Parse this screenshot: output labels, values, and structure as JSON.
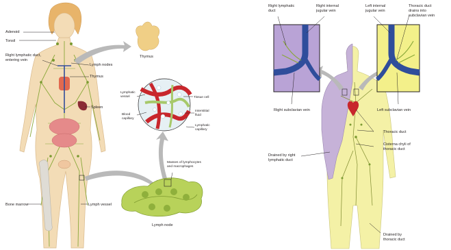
{
  "left_panel": {
    "labels": {
      "adenoid": "Adenoid",
      "tonsil": "Tonsil",
      "right_lymphatic_duct_line1": "Right lymphatic duct,",
      "right_lymphatic_duct_line2": "entering vein",
      "lymph_nodes": "Lymph nodes",
      "thymus_body": "Thymus",
      "thymus_callout": "Thymus",
      "spleen": "Spleen",
      "bone_marrow": "Bone marrow",
      "lymph_vessel": "Lymph vessel",
      "lymphatic_vessel_line1": "Lymphatic",
      "lymphatic_vessel_line2": "vessel",
      "blood_capillary_line1": "Blood",
      "blood_capillary_line2": "capillary",
      "tissue_cell": "Tissue cell",
      "interstitial_fluid_line1": "Interstitial",
      "interstitial_fluid_line2": "fluid",
      "lymphatic_capillary_line1": "Lymphatic",
      "lymphatic_capillary_line2": "capillary",
      "masses_line1": "Masses of lymphocytes",
      "masses_line2": "and macrophages",
      "lymph_node": "Lymph node"
    }
  },
  "right_panel": {
    "labels": {
      "right_lymphatic_duct_line1": "Right lymphatic",
      "right_lymphatic_duct_line2": "duct",
      "right_internal_jugular_line1": "Right internal",
      "right_internal_jugular_line2": "jugular vein",
      "left_internal_jugular_line1": "Left internal",
      "left_internal_jugular_line2": "jugular vein",
      "thoracic_drains_line1": "Thoracic duct",
      "thoracic_drains_line2": "drains into",
      "thoracic_drains_line3": "subclavian vein",
      "right_subclavian": "Right subclavian vein",
      "left_subclavian": "Left subclavian vein",
      "thoracic_duct": "Thoracic duct",
      "cisterna_line1": "Cisterna chyli of",
      "cisterna_line2": "thoracic duct",
      "drained_right_line1": "Drained by right",
      "drained_right_line2": "lymphatic duct",
      "drained_thoracic_line1": "Drained by",
      "drained_thoracic_line2": "thoracic duct"
    }
  },
  "colors": {
    "skin": "#f3dcb6",
    "skin_edge": "#d9b98c",
    "lymph_green": "#8aa83a",
    "thymus": "#f0cf86",
    "heart_red": "#c8262c",
    "vein_blue": "#2f4d9b",
    "right_drain": "#c6b2d8",
    "right_drain_box": "#b9a3d6",
    "thoracic_drain": "#f4f1a6",
    "thoracic_box": "#f3f08a",
    "arrow_gray": "#b9b9b9",
    "organ_pink": "#e58a8a",
    "bone": "#dfdcd5"
  }
}
